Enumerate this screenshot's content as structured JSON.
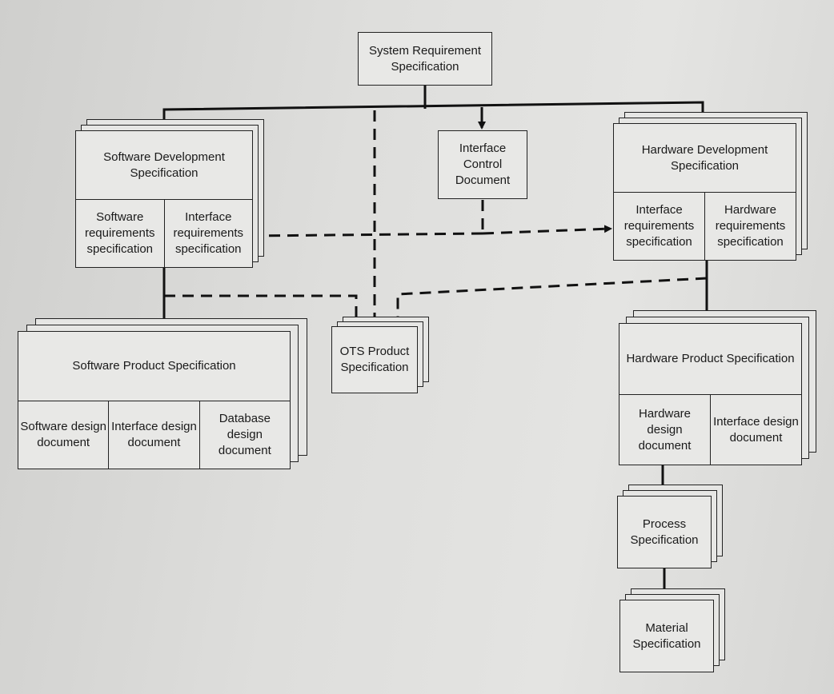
{
  "diagram": {
    "system_requirement_specification": "System Requirement Specification",
    "interface_control_document": "Interface Control Document",
    "software_development_specification": {
      "title": "Software Development Specification",
      "parts": [
        "Software requirements specification",
        "Interface requirements specification"
      ]
    },
    "hardware_development_specification": {
      "title": "Hardware Development Specification",
      "parts": [
        "Interface requirements specification",
        "Hardware requirements specification"
      ]
    },
    "software_product_specification": {
      "title": "Software Product Specification",
      "parts": [
        "Software design document",
        "Interface design document",
        "Database design document"
      ]
    },
    "ots_product_specification": "OTS Product Specification",
    "hardware_product_specification": {
      "title": "Hardware Product Specification",
      "parts": [
        "Hardware design document",
        "Interface design document"
      ]
    },
    "process_specification": "Process Specification",
    "material_specification": "Material Specification"
  }
}
